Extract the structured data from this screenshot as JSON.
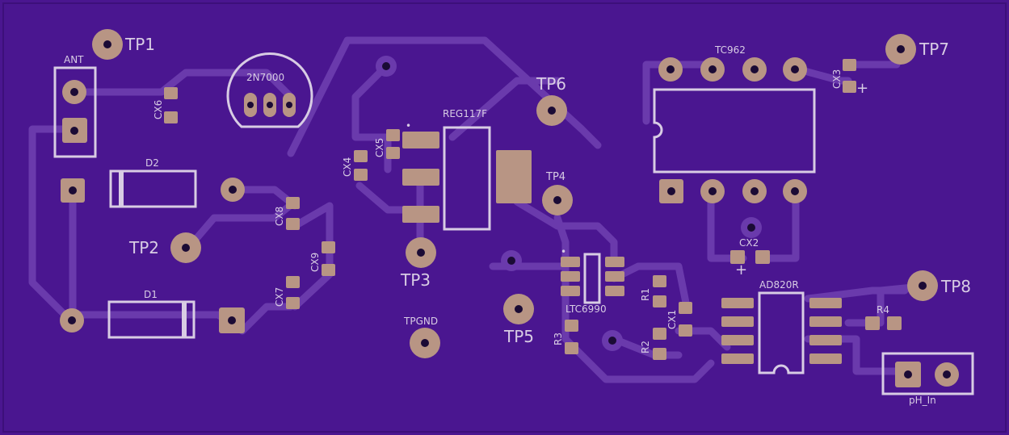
{
  "board": {
    "colors": {
      "substrate": "#4a1690",
      "trace": "#6a3aac",
      "pad": "#b89584",
      "silkscreen": "#d8cce4",
      "drill": "#1b0b35"
    }
  },
  "test_points": {
    "tp1": "TP1",
    "tp2": "TP2",
    "tp3": "TP3",
    "tp4": "TP4",
    "tp5": "TP5",
    "tp6": "TP6",
    "tp7": "TP7",
    "tp8": "TP8",
    "tpgnd": "TPGND"
  },
  "components": {
    "ant": "ANT",
    "q_2n7000": "2N7000",
    "d1": "D1",
    "d2": "D2",
    "cx1": "CX1",
    "cx2": "CX2",
    "cx3": "CX3",
    "cx4": "CX4",
    "cx5": "CX5",
    "cx6": "CX6",
    "cx7": "CX7",
    "cx8": "CX8",
    "cx9": "CX9",
    "r1": "R1",
    "r2": "R2",
    "r3": "R3",
    "r4": "R4",
    "reg117f": "REG117F",
    "ltc6990": "LTC6990",
    "tc962": "TC962",
    "ad820r": "AD820R",
    "ph_in": "pH_In"
  },
  "markers": {
    "plus": "+",
    "dot": "•"
  }
}
